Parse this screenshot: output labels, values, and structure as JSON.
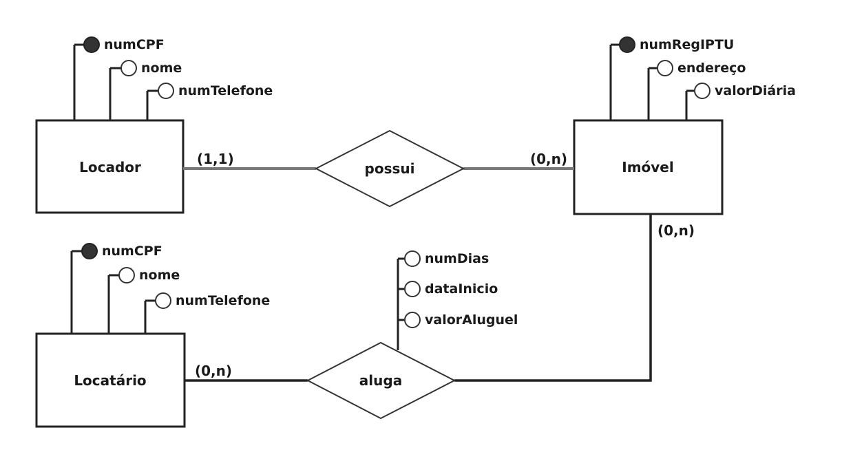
{
  "entities": {
    "locador": {
      "name": "Locador",
      "attributes": [
        "numCPF",
        "nome",
        "numTelefone"
      ]
    },
    "imovel": {
      "name": "Imóvel",
      "attributes": [
        "numRegIPTU",
        "endereço",
        "valorDiária"
      ]
    },
    "locatario": {
      "name": "Locatário",
      "attributes": [
        "numCPF",
        "nome",
        "numTelefone"
      ]
    }
  },
  "relationships": {
    "possui": {
      "name": "possui",
      "card_left": "(1,1)",
      "card_right": "(0,n)"
    },
    "aluga": {
      "name": "aluga",
      "attributes": [
        "numDias",
        "dataInicio",
        "valorAluguel"
      ],
      "card_left": "(0,n)",
      "card_right": "(0,n)"
    }
  }
}
